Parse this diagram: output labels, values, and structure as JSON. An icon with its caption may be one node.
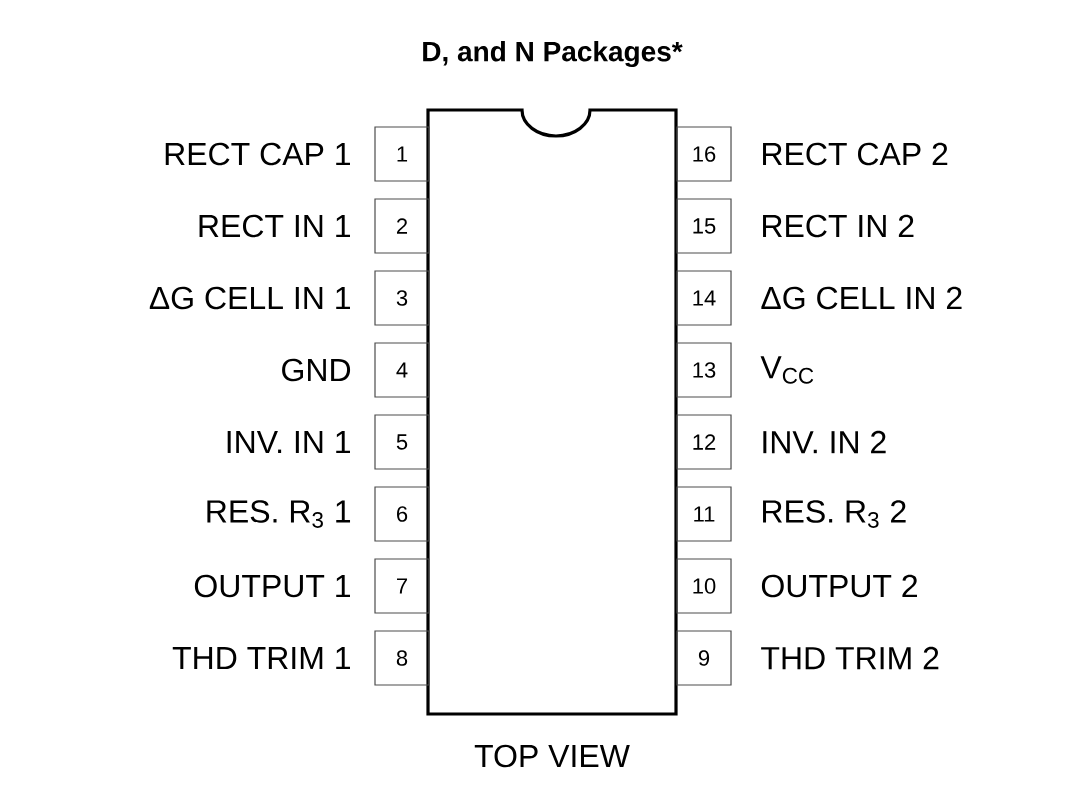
{
  "diagram": {
    "title": "D, and N Packages*",
    "nodes": [
      {
        "text": [],
        "shape": "box"
      },
      {
        "text": [
          "1"
        ],
        "beside": [
          "RECT CAP 1"
        ]
      },
      {
        "text": [
          "2"
        ],
        "beside": [
          "RECT IN 1"
        ]
      },
      {
        "text": [
          "3"
        ],
        "beside": [
          "ΔG CELL IN 1"
        ]
      },
      {
        "text": [
          "4"
        ],
        "beside": [
          "GND"
        ]
      },
      {
        "text": [
          "5"
        ],
        "beside": [
          "INV. IN 1"
        ]
      },
      {
        "text": [
          "6"
        ],
        "beside": [
          "RES. R$_{3}$ 1"
        ]
      },
      {
        "text": [
          "7"
        ],
        "beside": [
          "OUTPUT 1"
        ]
      },
      {
        "text": [
          "8"
        ],
        "beside": [
          "THD TRIM 1"
        ]
      },
      {
        "text": [
          "9"
        ],
        "beside": [
          "THD TRIM 2"
        ]
      },
      {
        "text": [
          "10"
        ],
        "beside": [
          "OUTPUT 2"
        ]
      },
      {
        "text": [
          "11"
        ],
        "beside": [
          "RES. R$_{3}$ 2"
        ]
      },
      {
        "text": [
          "12"
        ],
        "beside": [
          "INV. IN 2"
        ]
      },
      {
        "text": [
          "13"
        ],
        "beside": [
          "V$_{CC}$"
        ]
      },
      {
        "text": [
          "14"
        ],
        "beside": [
          "ΔG CELL IN 2"
        ]
      },
      {
        "text": [
          "15"
        ],
        "beside": [
          "RECT IN 2"
        ]
      },
      {
        "text": [
          "16"
        ],
        "beside": [
          "RECT CAP 2"
        ]
      }
    ],
    "labels": [
      "TOP VIEW"
    ]
  }
}
